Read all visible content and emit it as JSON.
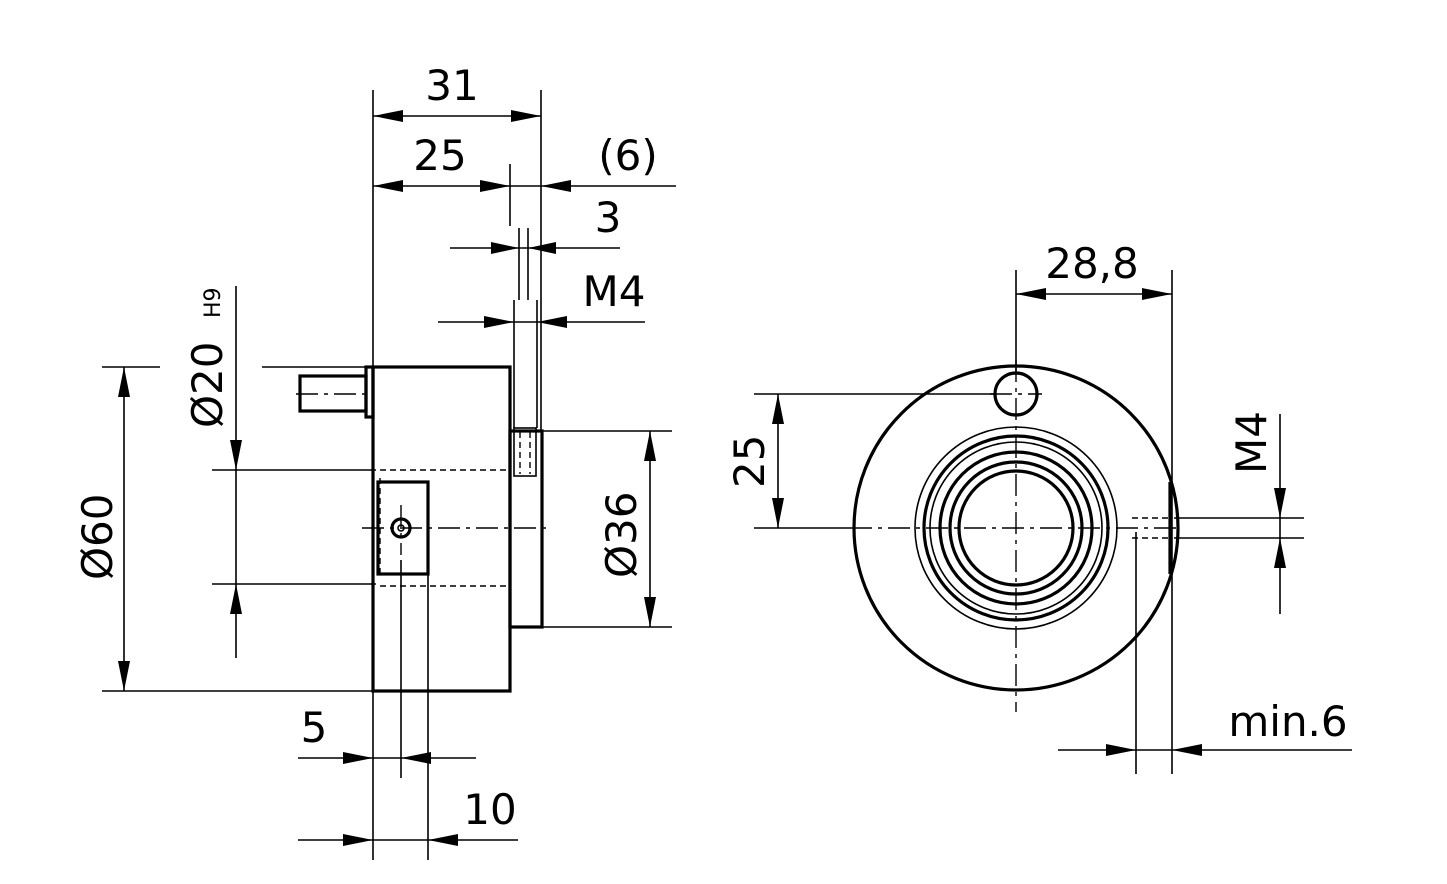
{
  "side_view": {
    "dim_31": "31",
    "dim_25_top": "25",
    "dim_6_ref": "(6)",
    "dim_3": "3",
    "thread_m4_top": "M4",
    "dim_dia20": "Ø20",
    "fit_h9": "H9",
    "dim_dia60": "Ø60",
    "dim_dia36": "Ø36",
    "dim_5": "5",
    "dim_10": "10"
  },
  "front_view": {
    "dim_28_8": "28,8",
    "dim_25_left": "25",
    "thread_m4_right": "M4",
    "dim_min6": "min.6"
  },
  "colors": {
    "line": "#000000",
    "background": "#ffffff"
  }
}
